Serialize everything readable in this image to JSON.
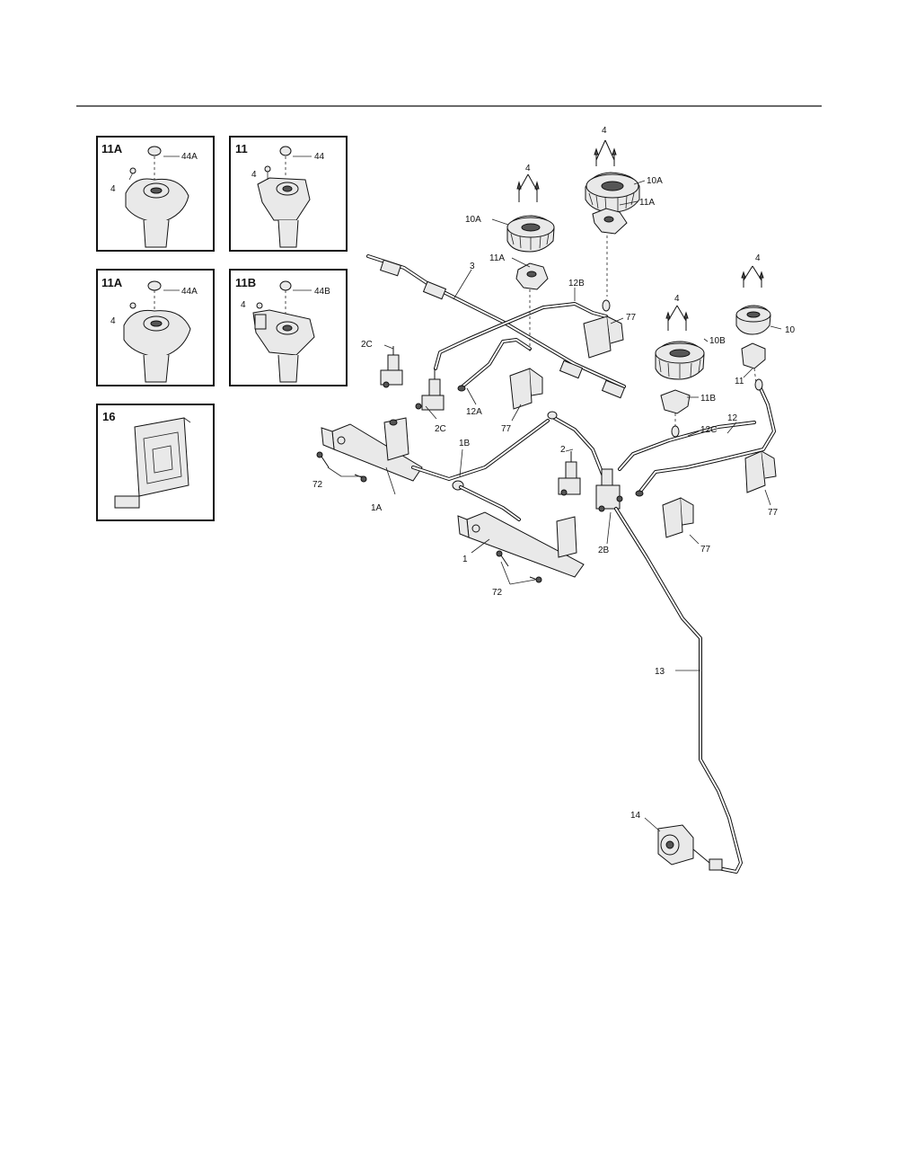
{
  "insets": [
    {
      "title": "11A",
      "labels": [
        "44A",
        "4"
      ]
    },
    {
      "title": "11",
      "labels": [
        "44",
        "4"
      ]
    },
    {
      "title": "11A",
      "labels": [
        "44A",
        "4"
      ]
    },
    {
      "title": "11B",
      "labels": [
        "44B",
        "4"
      ]
    },
    {
      "title": "16",
      "labels": []
    }
  ],
  "callouts": {
    "c4_top": "4",
    "c10A_top": "10A",
    "c11A_top": "11A",
    "c4_mid": "4",
    "c10A_mid": "10A",
    "c11A_mid": "11A",
    "c3": "3",
    "c12B": "12B",
    "c77_a": "77",
    "c4_right": "4",
    "c10": "10",
    "c4_b": "4",
    "c10B": "10B",
    "c11": "11",
    "c11B": "11B",
    "c2C_a": "2C",
    "c12A": "12A",
    "c77_b": "77",
    "c2C_b": "2C",
    "c1B": "1B",
    "c12C": "12C",
    "c12": "12",
    "c72_a": "72",
    "c2": "2",
    "c1A": "1A",
    "c77_c": "77",
    "c77_d": "77",
    "c1": "1",
    "c2B": "2B",
    "c72_b": "72",
    "c13": "13",
    "c14": "14"
  }
}
